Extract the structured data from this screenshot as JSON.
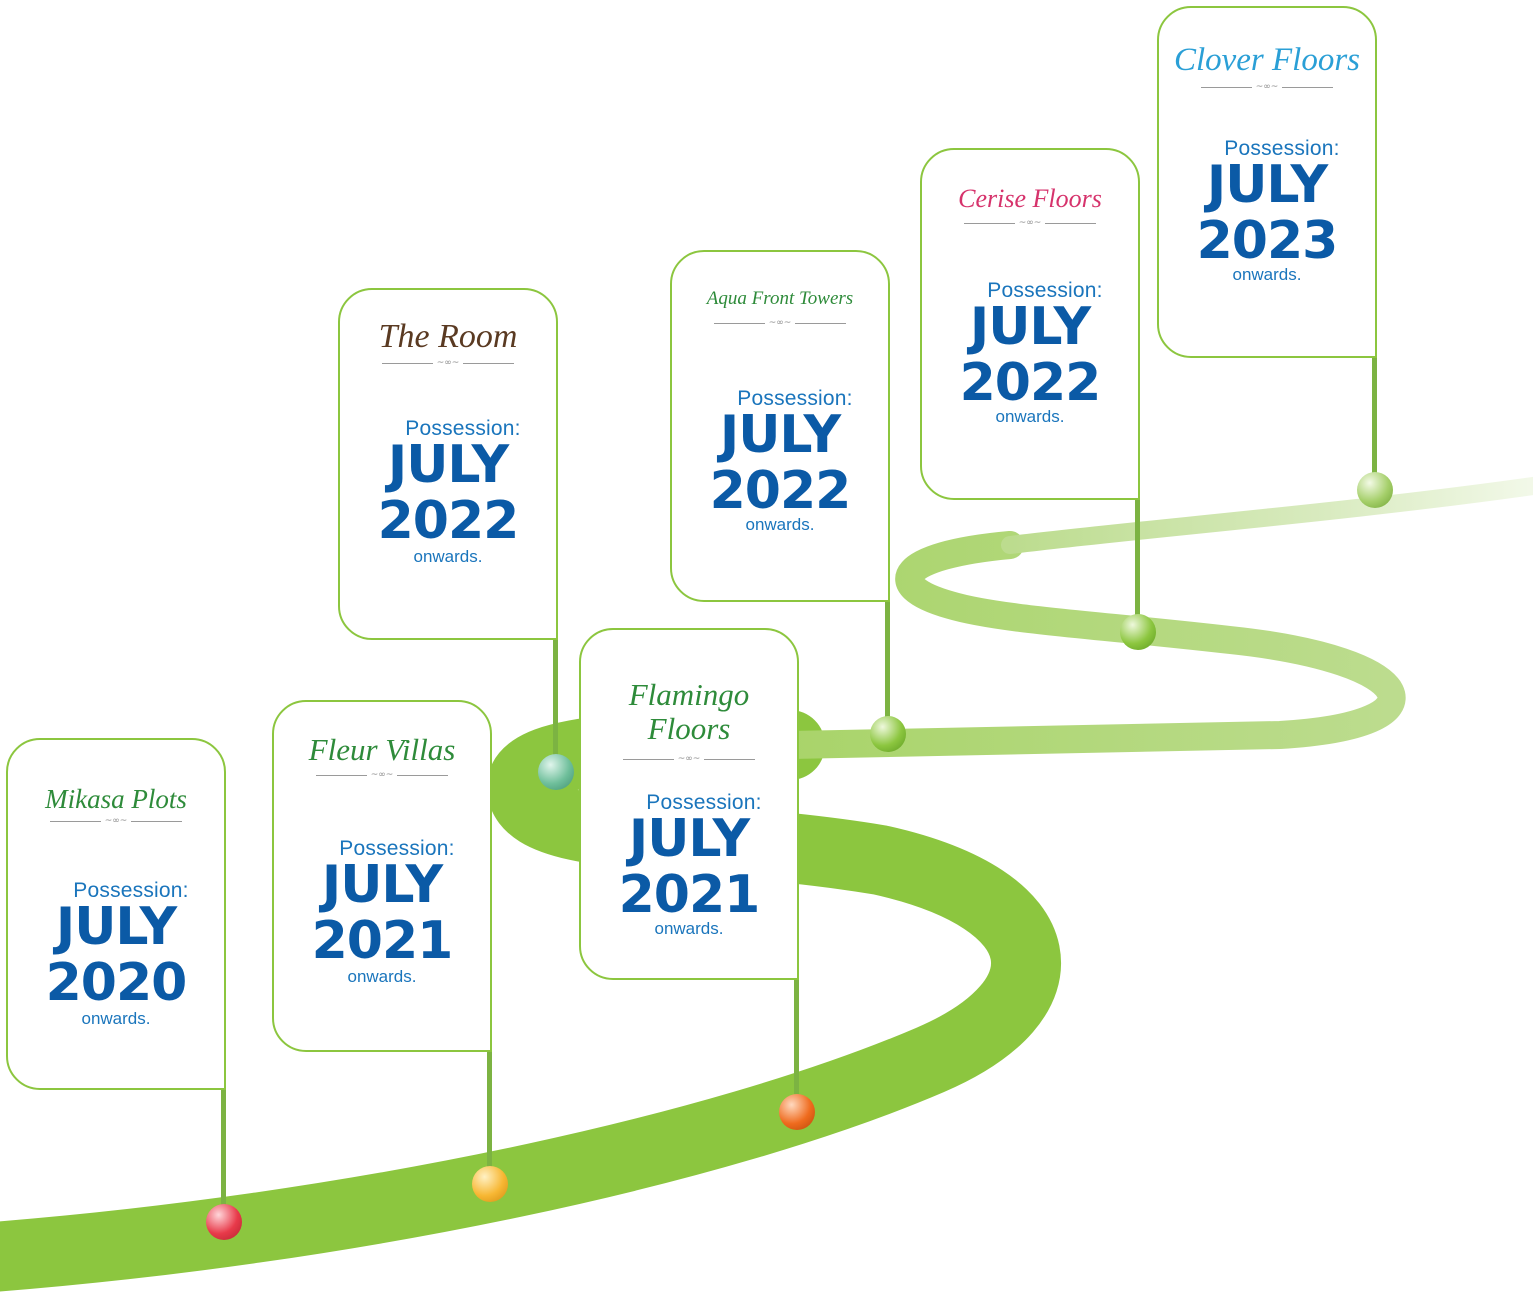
{
  "milestones": [
    {
      "project": "Mikasa Plots",
      "label": "Possession:",
      "month": "JULY",
      "year": "2020",
      "suffix": "onwards.",
      "logo_color": "#2e8b3a",
      "marker_color": "#e83a4a"
    },
    {
      "project": "Fleur Villas",
      "label": "Possession:",
      "month": "JULY",
      "year": "2021",
      "suffix": "onwards.",
      "logo_color": "#2e8b3a",
      "marker_color": "#f7b733"
    },
    {
      "project": "The Room",
      "label": "Possession:",
      "month": "JULY",
      "year": "2022",
      "suffix": "onwards.",
      "logo_color": "#5a3a22",
      "marker_color": "#6fbf9b"
    },
    {
      "project": "Flamingo Floors",
      "label": "Possession:",
      "month": "JULY",
      "year": "2021",
      "suffix": "onwards.",
      "logo_color": "#2e8b3a",
      "marker_color": "#ef6b1e"
    },
    {
      "project": "Aqua Front Towers",
      "label": "Possession:",
      "month": "JULY",
      "year": "2022",
      "suffix": "onwards.",
      "logo_color": "#2e8b3a",
      "marker_color": "#8cc63f"
    },
    {
      "project": "Cerise Floors",
      "label": "Possession:",
      "month": "JULY",
      "year": "2022",
      "suffix": "onwards.",
      "logo_color": "#d6336c",
      "marker_color": "#8cc63f"
    },
    {
      "project": "Clover Floors",
      "label": "Possession:",
      "month": "JULY",
      "year": "2023",
      "suffix": "onwards.",
      "logo_color": "#2a9fd6",
      "marker_color": "#a5cf6a"
    }
  ],
  "colors": {
    "road": "#8cc63f",
    "card_border": "#8cc63f",
    "pole": "#7cb342",
    "label_blue": "#1a75bc",
    "date_blue": "#0b5aa6"
  }
}
